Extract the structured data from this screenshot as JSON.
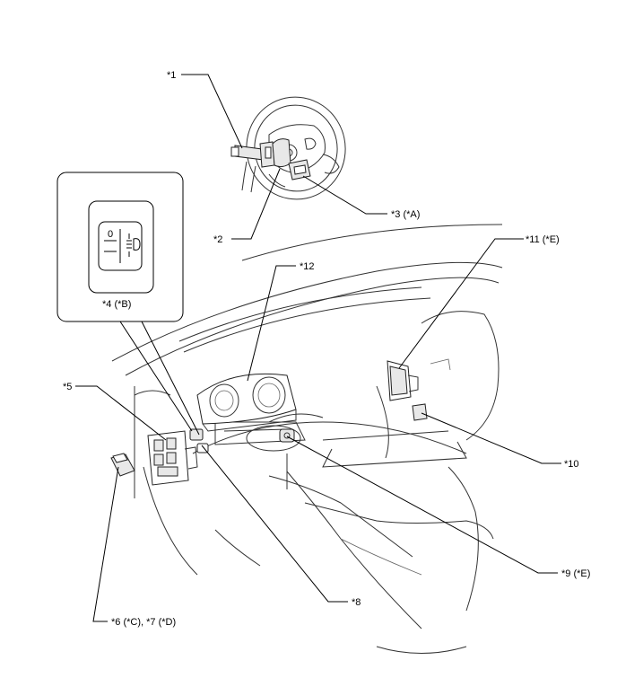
{
  "labels": {
    "l1": "*1",
    "l2": "*2",
    "l3": "*3 (*A)",
    "l4": "*4 (*B)",
    "l5": "*5",
    "l6": "*6 (*C), *7 (*D)",
    "l8": "*8",
    "l9": "*9 (*E)",
    "l10": "*10",
    "l11": "*11 (*E)",
    "l12": "*12"
  },
  "inset": {
    "switch_glyph_0": "0"
  }
}
